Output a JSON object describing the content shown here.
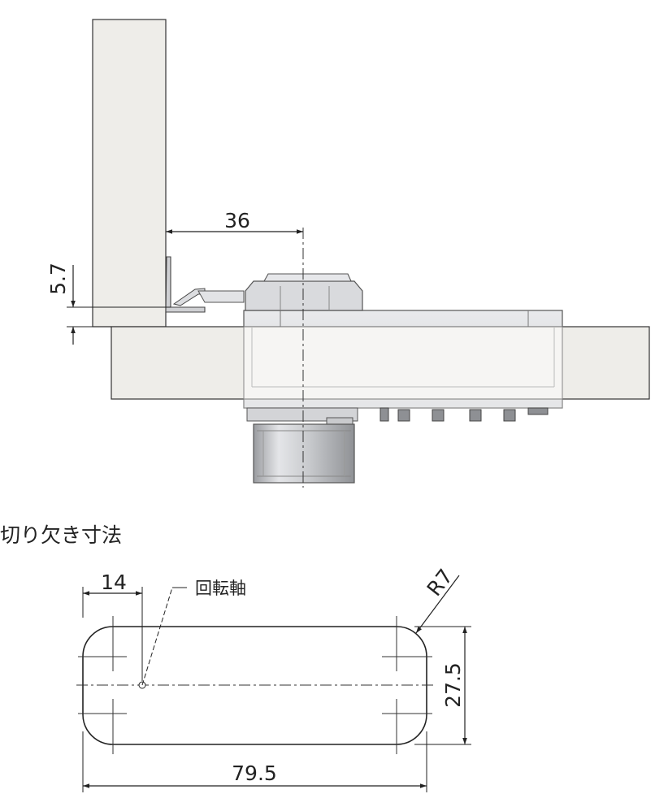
{
  "top_view": {
    "dim_offset": "36",
    "dim_height": "5.7"
  },
  "cutout": {
    "title": "切り欠き寸法",
    "dim_axis_offset": "14",
    "axis_label": "回転軸",
    "dim_radius": "R7",
    "dim_height": "27.5",
    "dim_width": "79.5"
  }
}
